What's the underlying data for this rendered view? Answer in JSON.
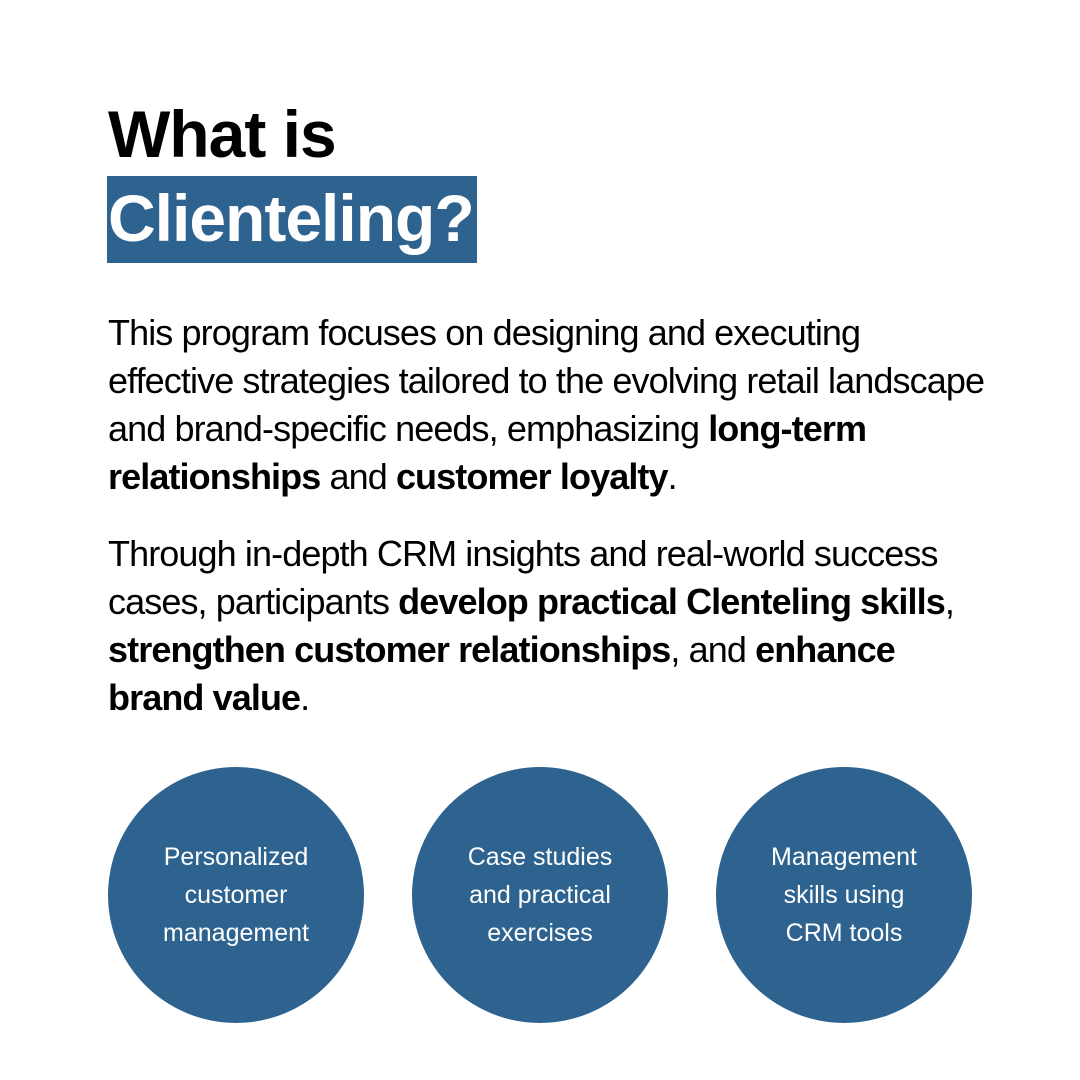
{
  "title": {
    "line1": "What is",
    "line2": "Clienteling?"
  },
  "paragraph1": {
    "part1": "This program focuses on designing and executing effective strategies tailored to the evolving retail landscape and brand-specific needs, emphasizing ",
    "bold1": "long-term relationships",
    "part2": " and ",
    "bold2": "customer loyalty",
    "part3": "."
  },
  "paragraph2": {
    "part1": "Through in-depth CRM insights and real-world success cases, participants ",
    "bold1": "develop practical Clenteling skills",
    "part2": ", ",
    "bold2": "strengthen customer relationships",
    "part3": ", and ",
    "bold3": "enhance brand value",
    "part4": "."
  },
  "features": [
    {
      "label": "Personalized customer management"
    },
    {
      "label": "Case studies and practical exercises"
    },
    {
      "label": "Management skills using CRM tools"
    }
  ],
  "colors": {
    "accent": "#2e6390",
    "text": "#000000",
    "background": "#ffffff"
  }
}
